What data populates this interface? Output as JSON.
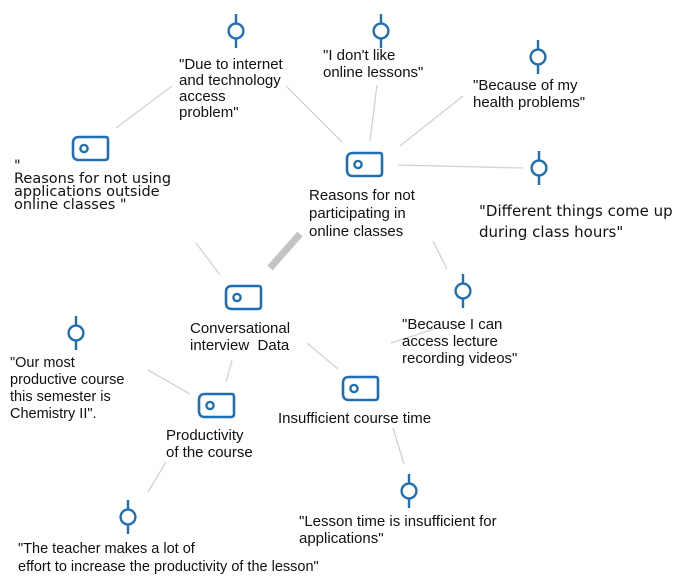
{
  "colors": {
    "icon": "#1f6fb2",
    "edge": "#cfd3d6",
    "edge_thick": "#c4c4c4",
    "text": "#111111"
  },
  "nodes": {
    "central": {
      "icon": "code-group-icon",
      "label": "Conversational\ninterview  Data"
    },
    "reasons_not_participating": {
      "icon": "code-group-icon",
      "label": "Reasons for not\nparticipating in\nonline classes"
    },
    "reasons_not_using_apps": {
      "icon": "code-group-icon",
      "label": "\"\nReasons for not using\napplications outside\nonline classes \""
    },
    "productivity": {
      "icon": "code-group-icon",
      "label": "Productivity\nof the course"
    },
    "insufficient_time": {
      "icon": "code-group-icon",
      "label": "Insufficient course time"
    }
  },
  "quotes": {
    "internet_access": {
      "icon": "quotation-icon",
      "label": "\"Due to internet\nand technology\naccess\nproblem\""
    },
    "dont_like": {
      "icon": "quotation-icon",
      "label": "\"I don't like\nonline lessons\""
    },
    "health": {
      "icon": "quotation-icon",
      "label": "\"Because of my\nhealth problems\""
    },
    "different_things": {
      "icon": "quotation-icon",
      "label": "\"Different things come up\nduring class hours\""
    },
    "recording": {
      "icon": "quotation-icon",
      "label": "\"Because I can\naccess lecture\nrecording videos\""
    },
    "chemistry": {
      "icon": "quotation-icon",
      "label": "\"Our most\nproductive course\nthis semester is\nChemistry II\"."
    },
    "lesson_time": {
      "icon": "quotation-icon",
      "label": "\"Lesson time is insufficient for\napplications\""
    },
    "teacher": {
      "icon": "quotation-icon",
      "label": "\"The teacher makes a lot of\neffort to increase the productivity of the lesson\""
    }
  }
}
